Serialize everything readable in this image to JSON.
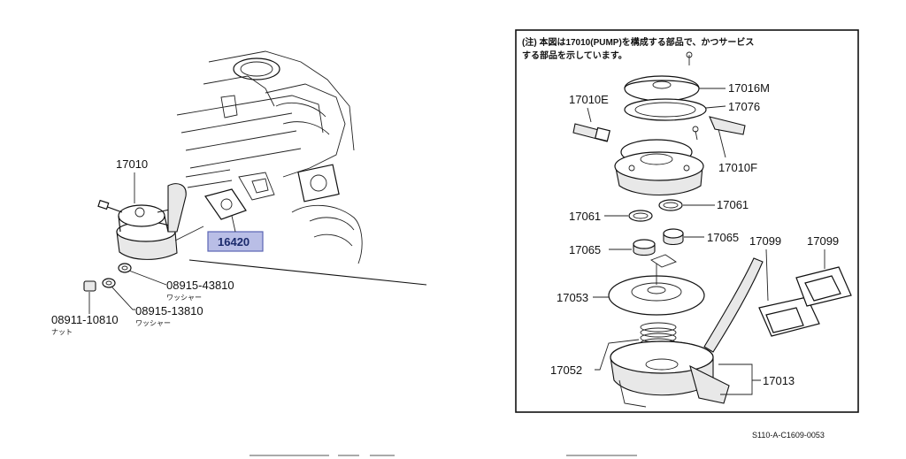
{
  "engine_view": {
    "pump_assembly_label": "17010",
    "highlighted_part": "16420",
    "washer_part_1": "08915-43810",
    "washer_part_1_note": "ワッシャー",
    "washer_part_2": "08915-13810",
    "washer_part_2_note": "ワッシャー",
    "nut_part": "08911-10810",
    "nut_note": "ナット"
  },
  "exploded_view": {
    "note_line1": "(注) 本図は17010(PUMP)を構成する部品で、かつサービス",
    "note_line2": "する部品を示しています。",
    "labels": {
      "cover": "17016M",
      "pipe": "17076",
      "inlet": "17010E",
      "outlet": "17010F",
      "ring_left": "17061",
      "ring_right": "17061",
      "valve_left": "17065",
      "valve_right": "17065",
      "gasket_left": "17099",
      "gasket_right": "17099",
      "diaphragm": "17053",
      "spring": "17052",
      "body": "17013"
    }
  },
  "reference_code": "S110-A-C1609-0053",
  "colors": {
    "highlight_fill": "#b9bee6",
    "highlight_border": "#5a64b4",
    "line": "#111111"
  }
}
